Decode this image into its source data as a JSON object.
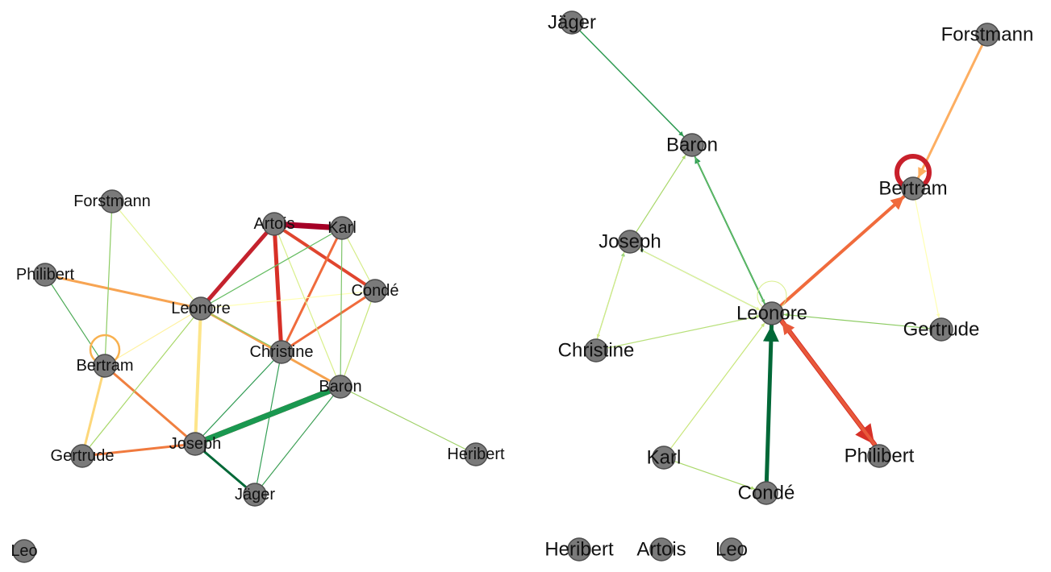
{
  "colors": {
    "node_fill": "#7a7a7a",
    "node_stroke": "#4d4d4d",
    "label": "#111111",
    "background": "#ffffff"
  },
  "graphs": [
    {
      "id": "undirected",
      "directed": false,
      "nodes": [
        {
          "id": "Forstmann"
        },
        {
          "id": "Artois"
        },
        {
          "id": "Karl"
        },
        {
          "id": "Philibert"
        },
        {
          "id": "Condé"
        },
        {
          "id": "Leonore"
        },
        {
          "id": "Christine"
        },
        {
          "id": "Bertram"
        },
        {
          "id": "Baron"
        },
        {
          "id": "Gertrude"
        },
        {
          "id": "Joseph"
        },
        {
          "id": "Heribert"
        },
        {
          "id": "Jäger"
        },
        {
          "id": "Leo"
        }
      ],
      "edges": [
        {
          "source": "Artois",
          "target": "Karl",
          "color": "#a50026"
        },
        {
          "source": "Artois",
          "target": "Leonore",
          "color": "#c4222d"
        },
        {
          "source": "Artois",
          "target": "Christine",
          "color": "#d73027"
        },
        {
          "source": "Artois",
          "target": "Condé",
          "color": "#e0452e"
        },
        {
          "source": "Karl",
          "target": "Christine",
          "color": "#f06b3c"
        },
        {
          "source": "Condé",
          "target": "Christine",
          "color": "#f06b3c"
        },
        {
          "source": "Baron",
          "target": "Joseph",
          "color": "#c8202b"
        },
        {
          "source": "Philibert",
          "target": "Leonore",
          "color": "#f7a452"
        },
        {
          "source": "Leonore",
          "target": "Baron",
          "color": "#f5a24e"
        },
        {
          "source": "Bertram",
          "target": "Joseph",
          "color": "#f08040"
        },
        {
          "source": "Gertrude",
          "target": "Joseph",
          "color": "#f07a3e"
        },
        {
          "source": "Leonore",
          "target": "Joseph",
          "color": "#fde58a"
        },
        {
          "source": "Bertram",
          "target": "Gertrude",
          "color": "#fdd77a"
        },
        {
          "source": "Forstmann",
          "target": "Leonore",
          "color": "#e6f59a"
        },
        {
          "source": "Leonore",
          "target": "Condé",
          "color": "#ffffb3"
        },
        {
          "source": "Leonore",
          "target": "Bertram",
          "color": "#fff2a0"
        },
        {
          "source": "Karl",
          "target": "Condé",
          "color": "#d5ec88"
        },
        {
          "source": "Condé",
          "target": "Baron",
          "color": "#c8e67a"
        },
        {
          "source": "Artois",
          "target": "Baron",
          "color": "#d9ef8b"
        },
        {
          "source": "Leonore",
          "target": "Gertrude",
          "color": "#a9d86a"
        },
        {
          "source": "Baron",
          "target": "Heribert",
          "color": "#9fd168"
        },
        {
          "source": "Forstmann",
          "target": "Bertram",
          "color": "#8ccb62"
        },
        {
          "source": "Leonore",
          "target": "Karl",
          "color": "#66bd63"
        },
        {
          "source": "Karl",
          "target": "Baron",
          "color": "#7ec46a"
        },
        {
          "source": "Philibert",
          "target": "Bertram",
          "color": "#4daa57"
        },
        {
          "source": "Christine",
          "target": "Joseph",
          "color": "#2e9a52"
        },
        {
          "source": "Christine",
          "target": "Jäger",
          "color": "#35a056"
        },
        {
          "source": "Baron",
          "target": "Jäger",
          "color": "#3d9f55"
        },
        {
          "source": "Baron",
          "target": "Joseph",
          "color": "#1a9850"
        },
        {
          "source": "Joseph",
          "target": "Jäger",
          "color": "#006837"
        },
        {
          "source": "Leonore",
          "target": "Christine",
          "color": "#8ccb62"
        }
      ],
      "self_loops": [
        {
          "node": "Bertram",
          "color": "#f8b14f"
        }
      ]
    },
    {
      "id": "directed",
      "directed": true,
      "nodes": [
        {
          "id": "Jäger"
        },
        {
          "id": "Forstmann"
        },
        {
          "id": "Baron"
        },
        {
          "id": "Bertram"
        },
        {
          "id": "Joseph"
        },
        {
          "id": "Leonore"
        },
        {
          "id": "Gertrude"
        },
        {
          "id": "Christine"
        },
        {
          "id": "Karl"
        },
        {
          "id": "Philibert"
        },
        {
          "id": "Condé"
        },
        {
          "id": "Heribert"
        },
        {
          "id": "Artois"
        },
        {
          "id": "Leo"
        }
      ],
      "edges": [
        {
          "source": "Jäger",
          "target": "Baron",
          "color": "#2e9a52"
        },
        {
          "source": "Forstmann",
          "target": "Bertram",
          "color": "#fdae61"
        },
        {
          "source": "Leonore",
          "target": "Bertram",
          "color": "#f06b3c"
        },
        {
          "source": "Bertram",
          "target": "Gertrude",
          "color": "#ffffb3"
        },
        {
          "source": "Leonore",
          "target": "Philibert",
          "color": "#d73027"
        },
        {
          "source": "Philibert",
          "target": "Leonore",
          "color": "#e8593a"
        },
        {
          "source": "Condé",
          "target": "Leonore",
          "color": "#006837"
        },
        {
          "source": "Leonore",
          "target": "Baron",
          "color": "#2a9a55"
        },
        {
          "source": "Baron",
          "target": "Leonore",
          "color": "#66bd63"
        },
        {
          "source": "Joseph",
          "target": "Baron",
          "color": "#a9d86a"
        },
        {
          "source": "Leonore",
          "target": "Joseph",
          "color": "#2e9a52"
        },
        {
          "source": "Joseph",
          "target": "Leonore",
          "color": "#e6f59a"
        },
        {
          "source": "Christine",
          "target": "Joseph",
          "color": "#66bd63"
        },
        {
          "source": "Joseph",
          "target": "Christine",
          "color": "#d5ec88"
        },
        {
          "source": "Christine",
          "target": "Leonore",
          "color": "#b8e07a"
        },
        {
          "source": "Gertrude",
          "target": "Leonore",
          "color": "#8ccb62"
        },
        {
          "source": "Karl",
          "target": "Leonore",
          "color": "#c8e67a"
        },
        {
          "source": "Karl",
          "target": "Condé",
          "color": "#a9d86a"
        }
      ],
      "self_loops": [
        {
          "node": "Bertram",
          "color": "#c8202b"
        },
        {
          "node": "Leonore",
          "color": "#d9ef8b"
        }
      ]
    }
  ]
}
